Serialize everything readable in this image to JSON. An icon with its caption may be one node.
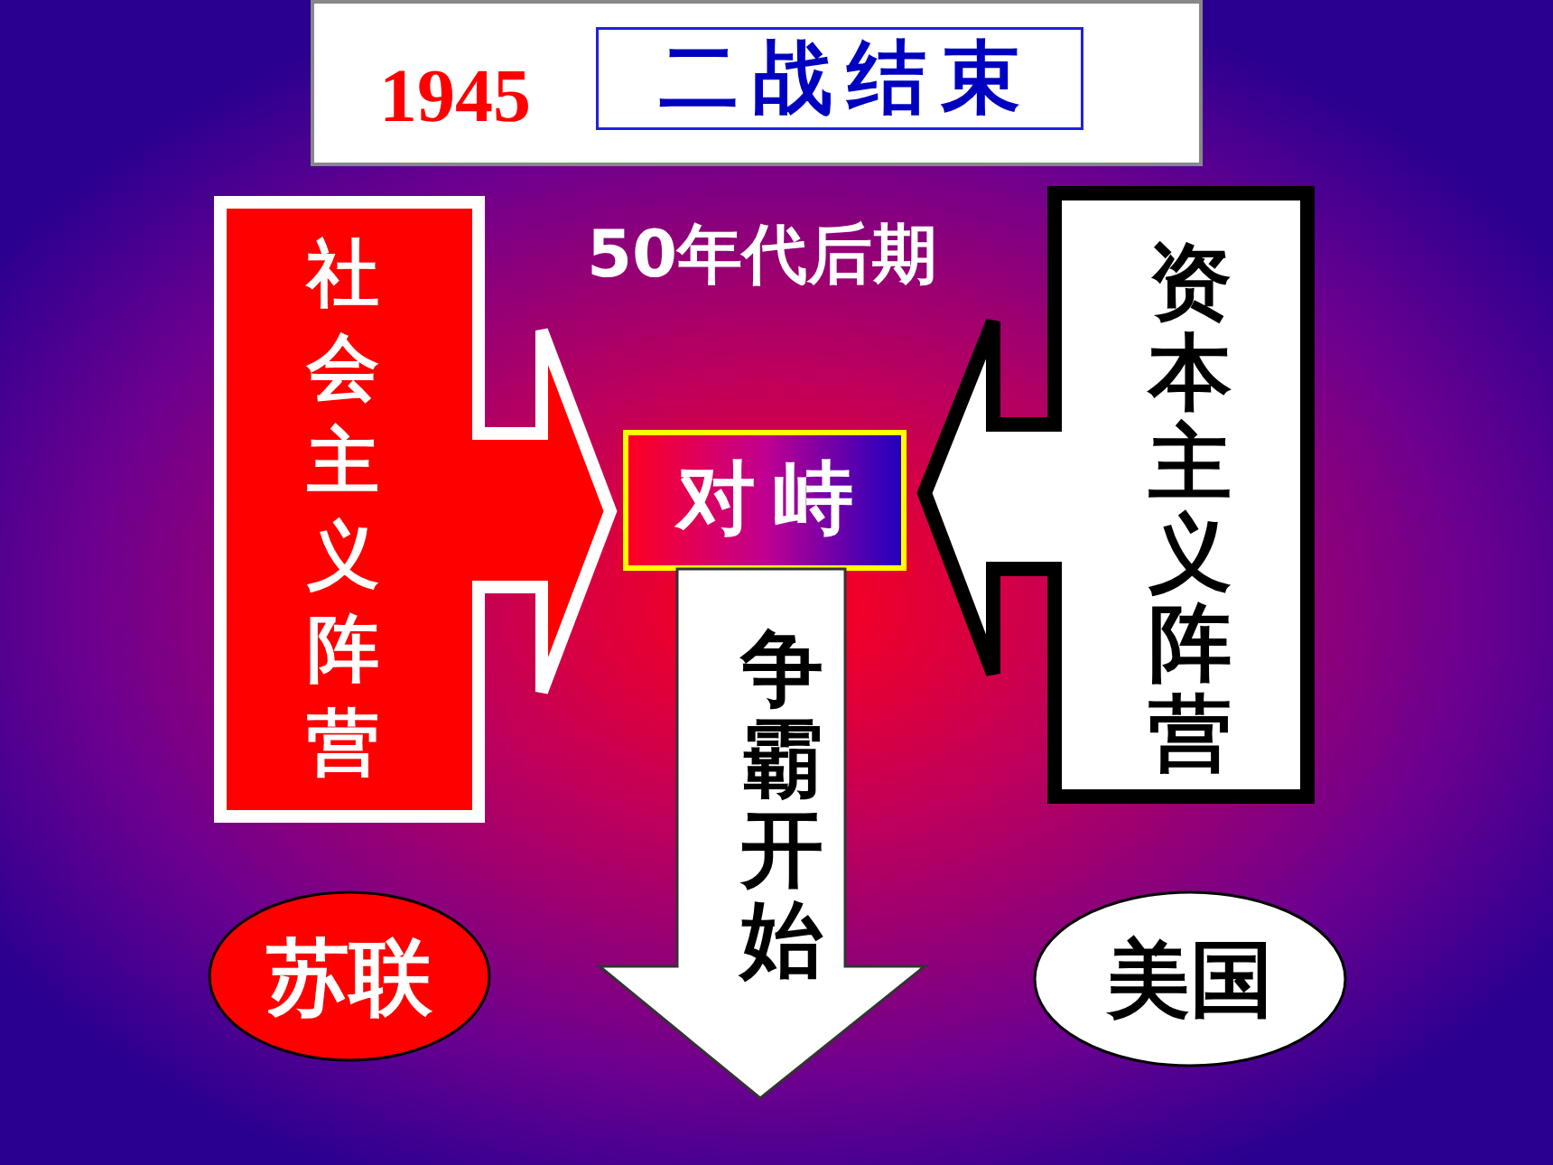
{
  "diagram": {
    "nodes": [
      {
        "text": [
          "1945"
        ]
      },
      {
        "text": [
          "二战结束"
        ],
        "in": 0
      },
      {
        "text": [
          "社会主义阵营"
        ]
      },
      {
        "text": [
          "对峙"
        ]
      },
      {
        "text": [
          "资本主义阵营"
        ]
      },
      {
        "text": [
          "争霸开始"
        ]
      },
      {
        "text": [
          "苏联"
        ]
      },
      {
        "text": [
          "美国"
        ]
      }
    ],
    "labels": [
      "50年代后期"
    ]
  }
}
